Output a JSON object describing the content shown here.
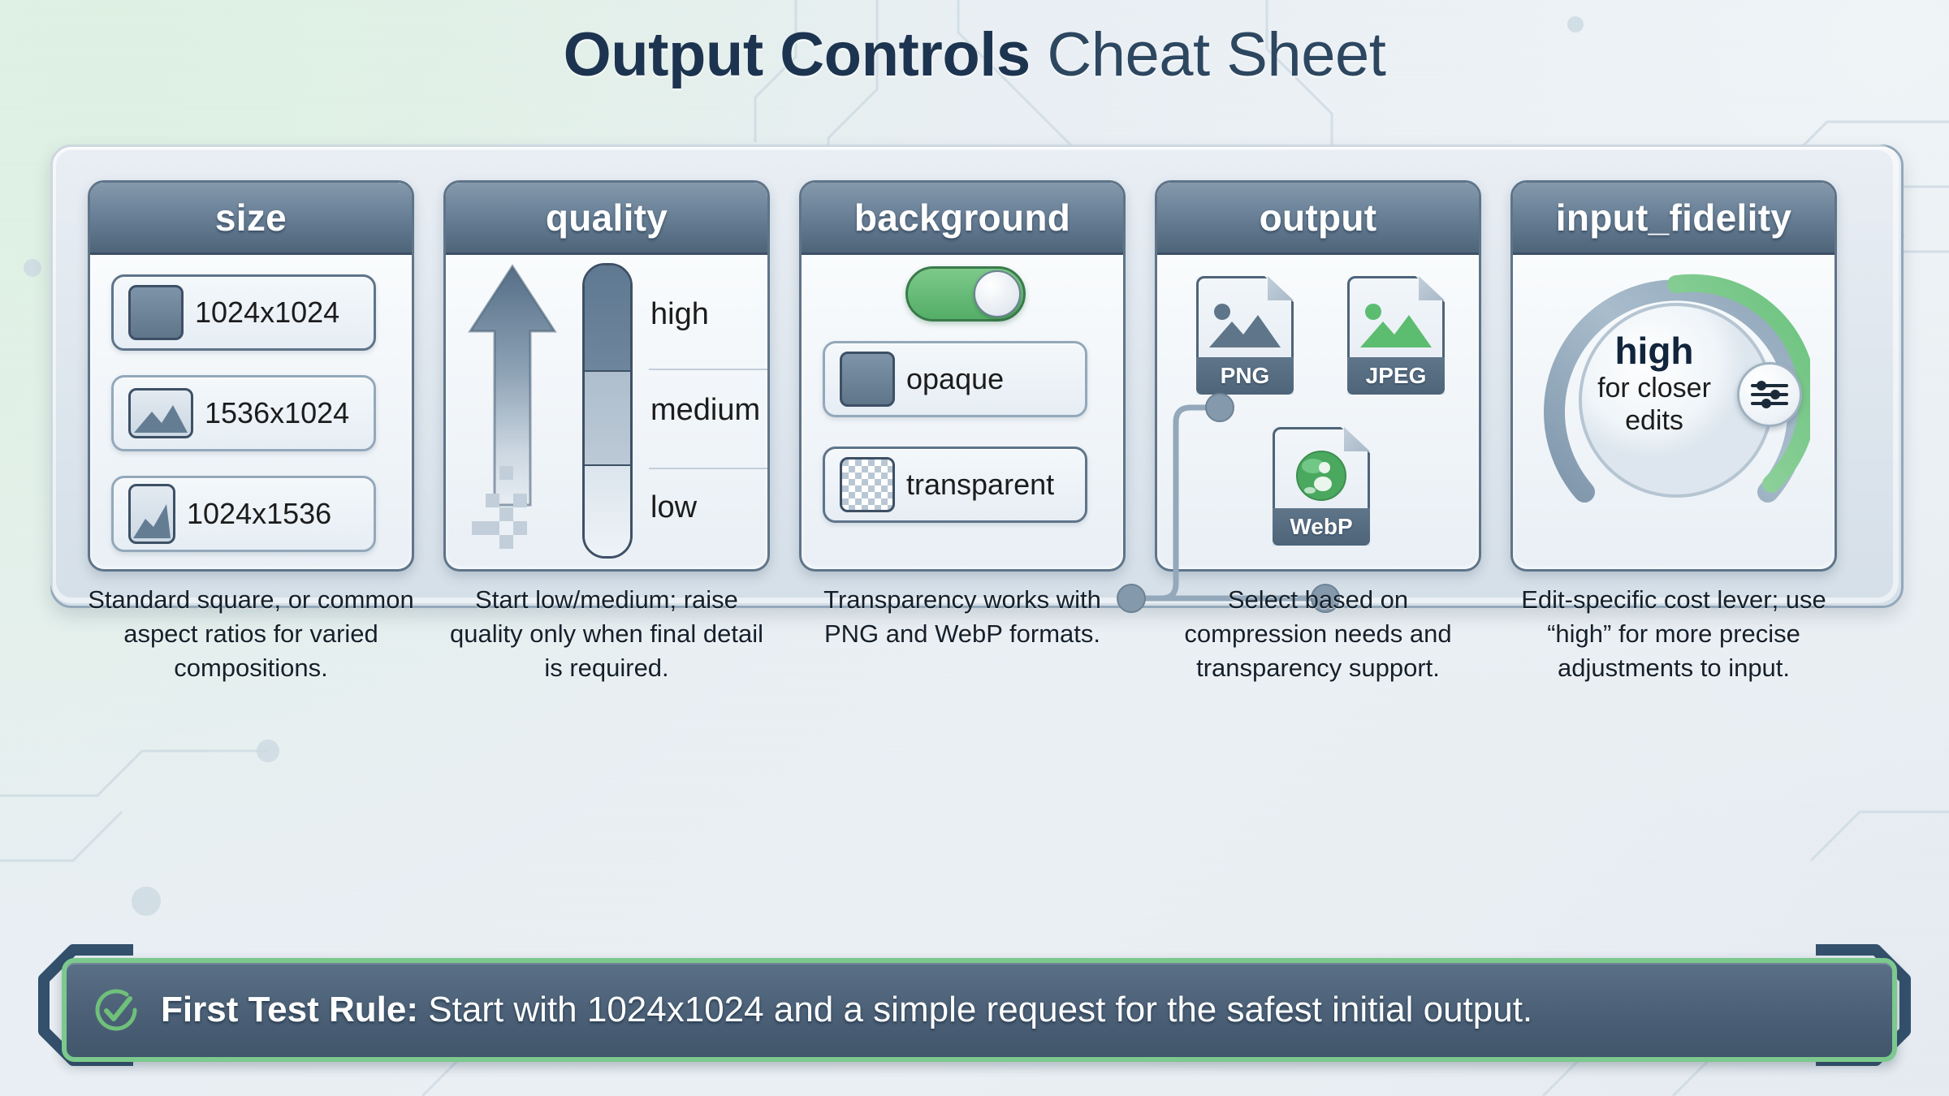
{
  "title": {
    "bold": "Output Controls",
    "light": "Cheat Sheet"
  },
  "columns": [
    {
      "header": "size",
      "caption": "Standard square, or common aspect ratios for varied compositions.",
      "options": [
        {
          "label": "1024x1024",
          "icon": "square-icon"
        },
        {
          "label": "1536x1024",
          "icon": "landscape-image-icon"
        },
        {
          "label": "1024x1536",
          "icon": "portrait-image-icon"
        }
      ]
    },
    {
      "header": "quality",
      "caption": "Start low/medium; raise quality only when final detail is required.",
      "levels": [
        "high",
        "medium",
        "low"
      ],
      "arrow_icon": "up-arrow-icon"
    },
    {
      "header": "background",
      "caption": "Transparency works with PNG and WebP formats.",
      "toggle": {
        "state": "on",
        "icon": "toggle-switch-icon"
      },
      "options": [
        {
          "label": "opaque",
          "icon": "solid-square-icon"
        },
        {
          "label": "transparent",
          "icon": "checkerboard-icon"
        }
      ]
    },
    {
      "header": "output",
      "caption": "Select based on compression needs and transparency support.",
      "formats": [
        {
          "label": "PNG",
          "icon": "file-image-icon"
        },
        {
          "label": "JPEG",
          "icon": "file-image-green-icon"
        },
        {
          "label": "WebP",
          "icon": "file-webp-icon"
        }
      ]
    },
    {
      "header": "input_fidelity",
      "caption": "Edit-specific cost lever; use “high” for more precise adjustments to input.",
      "dial": {
        "value": "high",
        "sub_line1": "for closer",
        "sub_line2": "edits",
        "knob_icon": "sliders-icon"
      }
    }
  ],
  "footer": {
    "icon": "check-circle-icon",
    "bold": "First Test Rule:",
    "rest": " Start with 1024x1024 and a simple request for the safest initial output."
  },
  "colors": {
    "header_band": "#5f7589",
    "accent_green": "#6fc07a",
    "text_dark": "#1d3450",
    "panel_border": "#5e7489"
  }
}
